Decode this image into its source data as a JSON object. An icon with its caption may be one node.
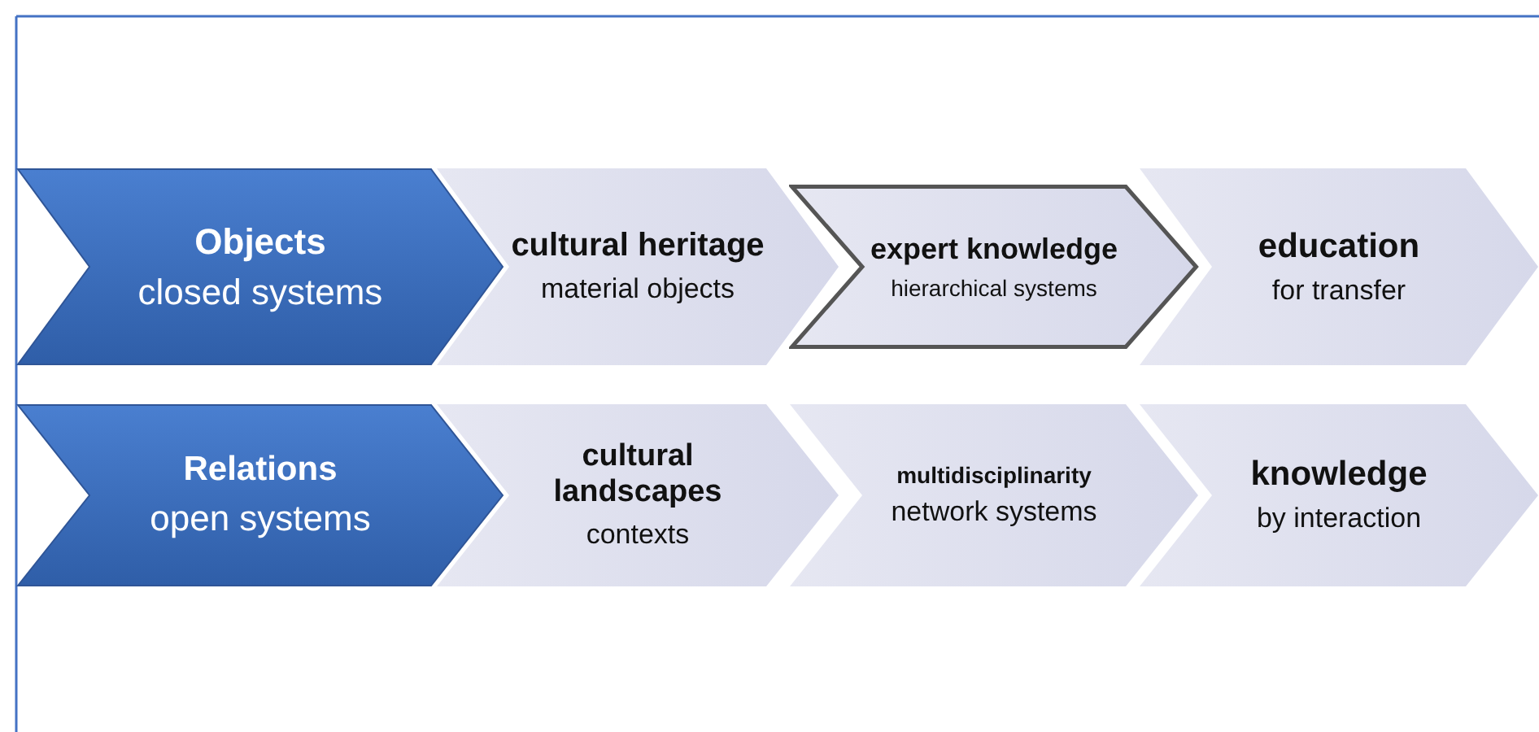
{
  "diagram": {
    "nodes": [
      {
        "text": [
          "Objects",
          "closed systems"
        ]
      },
      {
        "text": [
          "cultural heritage",
          "material objects"
        ]
      },
      {
        "text": [
          "expert knowledge",
          "hierarchical systems"
        ]
      },
      {
        "text": [
          "education",
          "for transfer"
        ]
      },
      {
        "text": [
          "Relations",
          "open systems"
        ]
      },
      {
        "text": [
          "cultural landscapes",
          "contexts"
        ]
      },
      {
        "text": [
          "multidisciplinarity",
          "network systems"
        ]
      },
      {
        "text": [
          "knowledge",
          "by interaction"
        ]
      }
    ]
  }
}
